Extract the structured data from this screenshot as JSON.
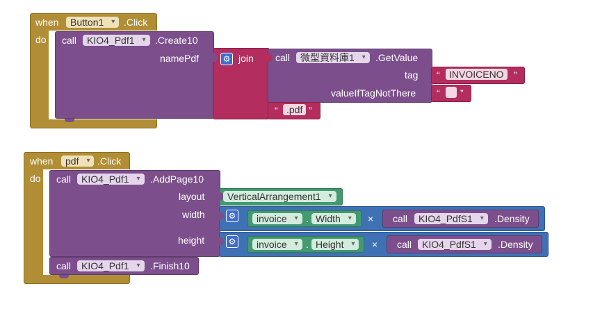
{
  "block1": {
    "when": "when",
    "component": "Button1",
    "event": ".Click",
    "do": "do",
    "create": {
      "call": "call",
      "component": "KIO4_Pdf1",
      "method": ".Create10",
      "param": "namePdf"
    },
    "join": {
      "label": "join",
      "icon": "gear-icon"
    },
    "getvalue": {
      "call": "call",
      "component": "微型資料庫1",
      "method": ".GetValue",
      "tag_label": "tag",
      "tag_value": "INVOICENO",
      "default_label": "valueIfTagNotThere",
      "default_value": ""
    },
    "ext": ".pdf"
  },
  "block2": {
    "when": "when",
    "component": "pdf",
    "event": ".Click",
    "do": "do",
    "addpage": {
      "call": "call",
      "component": "KIO4_Pdf1",
      "method": ".AddPage10",
      "layout_label": "layout",
      "width_label": "width",
      "height_label": "height"
    },
    "layout_value": "VerticalArrangement1",
    "width_expr": {
      "component": "invoice",
      "dot": ".",
      "property": "Width",
      "op": "×",
      "call": "call",
      "component2": "KIO4_PdfS1",
      "method": ".Density"
    },
    "height_expr": {
      "component": "invoice",
      "dot": ".",
      "property": "Height",
      "op": "×",
      "call": "call",
      "component2": "KIO4_PdfS1",
      "method": ".Density"
    },
    "finish": {
      "call": "call",
      "component": "KIO4_Pdf1",
      "method": ".Finish10"
    }
  },
  "quote_open": "“",
  "quote_close": "”",
  "colors": {
    "event": "#b18e35",
    "procedure": "#7c4f8c",
    "text": "#b32d5e",
    "math": "#3f71b5",
    "component": "#439970"
  }
}
